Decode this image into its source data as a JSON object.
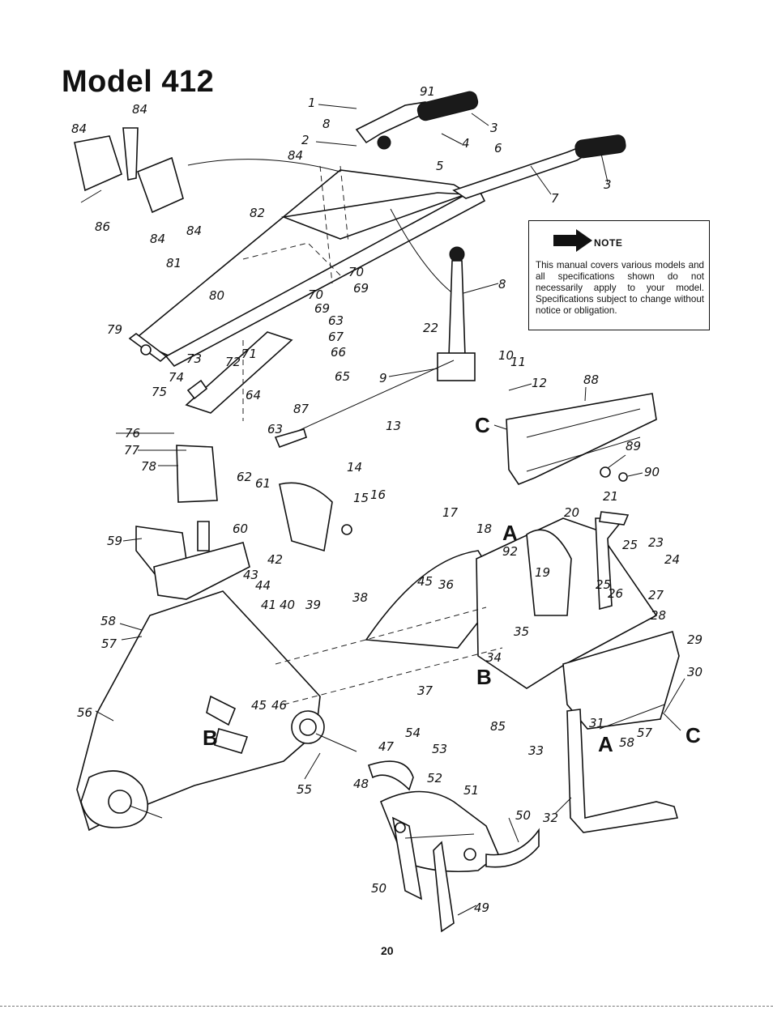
{
  "title": "Model 412",
  "note": {
    "heading": "NOTE",
    "text": "This manual covers various models and all specifications shown do not necessarily apply to your model. Specifications subject to change without notice or obligation."
  },
  "page_number": "20",
  "callouts": {
    "c1": "1",
    "c2": "2",
    "c3a": "3",
    "c3b": "3",
    "c4": "4",
    "c5": "5",
    "c6": "6",
    "c7": "7",
    "c8": "8",
    "c9": "9",
    "c10": "10",
    "c11": "11",
    "c12": "12",
    "c13": "13",
    "c14": "14",
    "c15": "15",
    "c16": "16",
    "c17": "17",
    "c18": "18",
    "c19": "19",
    "c20": "20",
    "c21": "21",
    "c22": "22",
    "c23": "23",
    "c24": "24",
    "c25a": "25",
    "c25b": "25",
    "c26": "26",
    "c27": "27",
    "c28": "28",
    "c29": "29",
    "c30": "30",
    "c31": "31",
    "c32": "32",
    "c33": "33",
    "c34": "34",
    "c35": "35",
    "c36": "36",
    "c37": "37",
    "c38": "38",
    "c39": "39",
    "c40": "40",
    "c41": "41",
    "c42": "42",
    "c43": "43",
    "c44": "44",
    "c45a": "45",
    "c45b": "45",
    "c46": "46",
    "c47": "47",
    "c48": "48",
    "c49": "49",
    "c50a": "50",
    "c50b": "50",
    "c51": "51",
    "c52": "52",
    "c53": "53",
    "c54": "54",
    "c55": "55",
    "c56": "56",
    "c57a": "57",
    "c57b": "57",
    "c58a": "58",
    "c58b": "58",
    "c59": "59",
    "c60": "60",
    "c61": "61",
    "c62": "62",
    "c63a": "63",
    "c63b": "63",
    "c64": "64",
    "c65": "65",
    "c66": "66",
    "c67": "67",
    "c69a": "69",
    "c69b": "69",
    "c70a": "70",
    "c70b": "70",
    "c71": "71",
    "c72": "72",
    "c73": "73",
    "c74": "74",
    "c75": "75",
    "c76": "76",
    "c77": "77",
    "c78": "78",
    "c79": "79",
    "c80": "80",
    "c81": "81",
    "c82": "82",
    "c84a": "84",
    "c84b": "84",
    "c84c": "84",
    "c84d": "84",
    "c84e": "84",
    "c85": "85",
    "c86": "86",
    "c87": "87",
    "c88": "88",
    "c89": "89",
    "c90": "90",
    "c91": "91",
    "c92": "92",
    "c8b": "8",
    "refA1": "A",
    "refA2": "A",
    "refB1": "B",
    "refB2": "B",
    "refC1": "C",
    "refC2": "C"
  }
}
